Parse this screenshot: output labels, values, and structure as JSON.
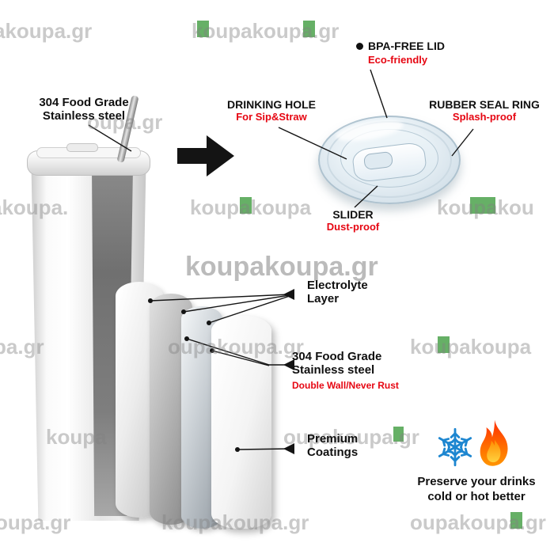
{
  "watermark_brand": "koupakoupa.gr",
  "watermarks": [
    {
      "text": "akoupa.gr"
    },
    {
      "text": "koupakoupa.gr"
    },
    {
      "text": "oupa.gr"
    },
    {
      "text": "akoupa."
    },
    {
      "text": "koupakoupa"
    },
    {
      "text": "koupakou"
    },
    {
      "text": "koupakoupa.gr"
    },
    {
      "text": "pa.gr"
    },
    {
      "text": "oupakoupa.gr"
    },
    {
      "text": "koupakoupa"
    },
    {
      "text": "koupa"
    },
    {
      "text": "oupakoupa.gr"
    },
    {
      "text": "oupa.gr"
    },
    {
      "text": "koupakoupa.gr"
    },
    {
      "text": "oupakoupa.gr"
    }
  ],
  "callouts": {
    "steel_top": {
      "line1": "304 Food Grade",
      "line2": "Stainless steel"
    },
    "bpa_free_lid": {
      "title": "BPA-FREE LID",
      "subtitle": "Eco-friendly"
    },
    "drinking_hole": {
      "title": "DRINKING HOLE",
      "subtitle": "For Sip&Straw"
    },
    "rubber_seal_ring": {
      "title": "RUBBER SEAL RING",
      "subtitle": "Splash-proof"
    },
    "slider": {
      "title": "SLIDER",
      "subtitle": "Dust-proof"
    },
    "electrolyte_layer": {
      "line1": "Electrolyte",
      "line2": "Layer"
    },
    "steel_wall": {
      "line1": "304 Food Grade",
      "line2": "Stainless steel",
      "subtitle": "Double Wall/Never Rust"
    },
    "premium_coatings": {
      "line1": "Premium",
      "line2": "Coatings"
    }
  },
  "footer": {
    "line1": "Preserve your drinks",
    "line2": "cold or hot better"
  },
  "icons": {
    "snowflake": "snowflake-icon",
    "flame": "flame-icon"
  },
  "colors": {
    "accent_red": "#e60612",
    "watermark_green": "#4ba24b",
    "snowflake_blue": "#1d86d0",
    "flame_orange": "#ff6a00",
    "arrow_black": "#141414"
  }
}
